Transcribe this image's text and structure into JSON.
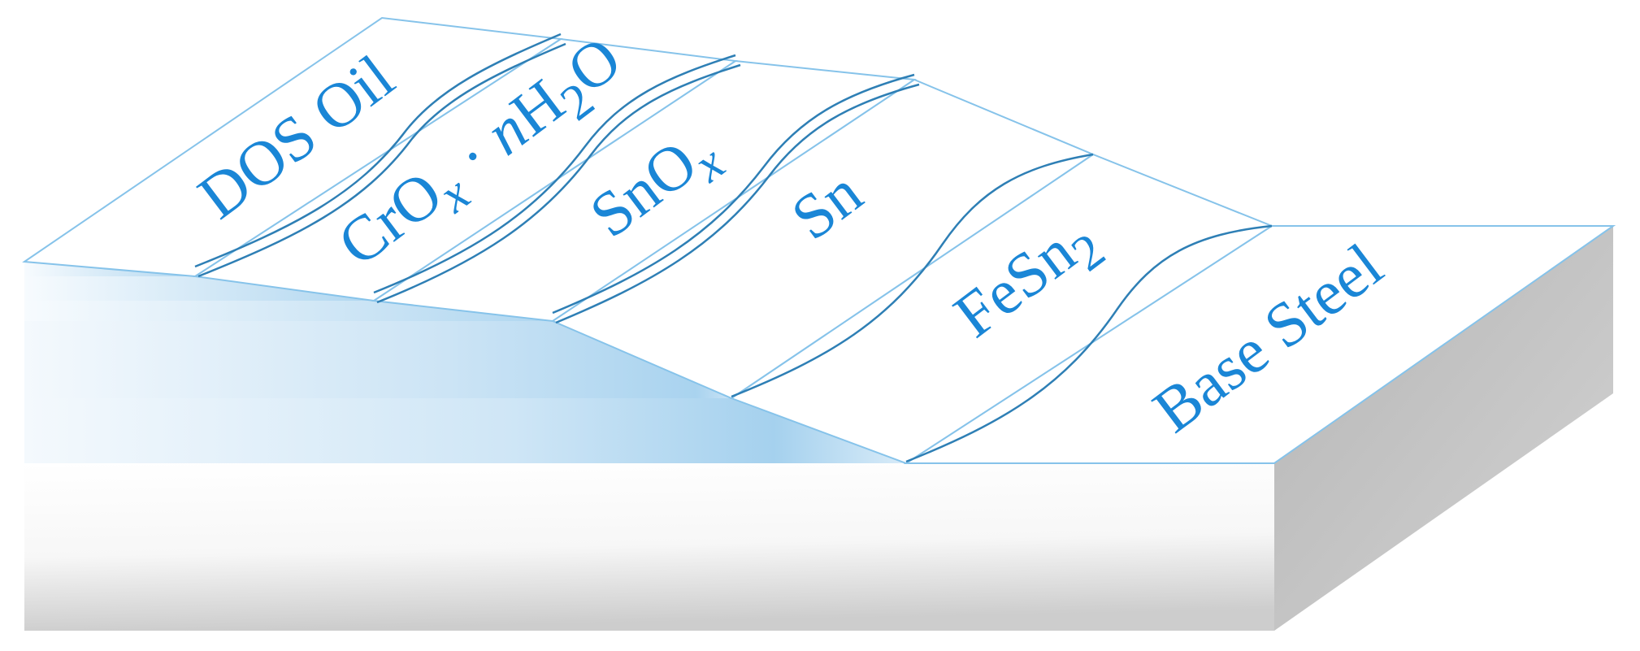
{
  "colors": {
    "label": "#1a86d6",
    "outline": "#86c3ea",
    "cross_section": "#a9d4ef",
    "steel_shadow": "#c4c4c4",
    "steel_front": "#f4f4f4",
    "curve": "#2e7fb5"
  },
  "layers": [
    {
      "id": "dos-oil",
      "parts": [
        {
          "t": "DOS Oil"
        }
      ]
    },
    {
      "id": "chromium-oxide",
      "parts": [
        {
          "t": "CrO"
        },
        {
          "t": "x",
          "sub": true,
          "ital": true
        },
        {
          "t": " · "
        },
        {
          "t": "n",
          "ital": true
        },
        {
          "t": "H"
        },
        {
          "t": "2",
          "sub": true
        },
        {
          "t": "O"
        }
      ]
    },
    {
      "id": "tin-oxide",
      "parts": [
        {
          "t": "SnO"
        },
        {
          "t": "x",
          "sub": true,
          "ital": true
        }
      ]
    },
    {
      "id": "tin",
      "parts": [
        {
          "t": "Sn"
        }
      ]
    },
    {
      "id": "iron-tin",
      "parts": [
        {
          "t": "FeSn"
        },
        {
          "t": "2",
          "sub": true
        }
      ]
    },
    {
      "id": "base-steel",
      "parts": [
        {
          "t": "Base Steel"
        }
      ]
    }
  ]
}
